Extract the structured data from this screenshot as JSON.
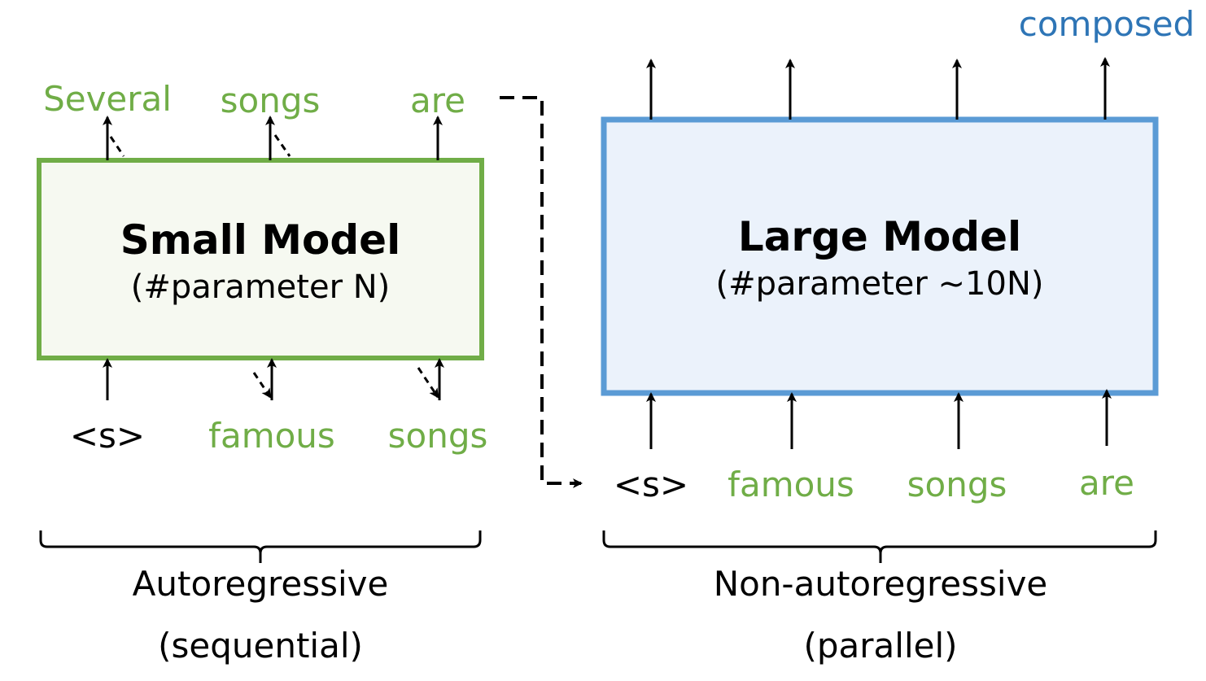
{
  "colors": {
    "green": "#70ad47",
    "green_fill": "#f6f9f1",
    "blue": "#5b9bd5",
    "blue_fill": "#ebf2fb",
    "blue_text": "#2e75b6",
    "black": "#000000"
  },
  "small_model": {
    "title": "Small Model",
    "params": "(#parameter N)",
    "outputs": [
      "Several",
      "songs",
      "are"
    ],
    "inputs": [
      "<s>",
      "famous",
      "songs"
    ],
    "mode": "Autoregressive",
    "mode_sub": "(sequential)"
  },
  "large_model": {
    "title": "Large Model",
    "params": "(#parameter ~10N)",
    "outputs": [
      "",
      "",
      "",
      "composed"
    ],
    "inputs": [
      "<s>",
      "famous",
      "songs",
      "are"
    ],
    "mode": "Non-autoregressive",
    "mode_sub": "(parallel)"
  }
}
